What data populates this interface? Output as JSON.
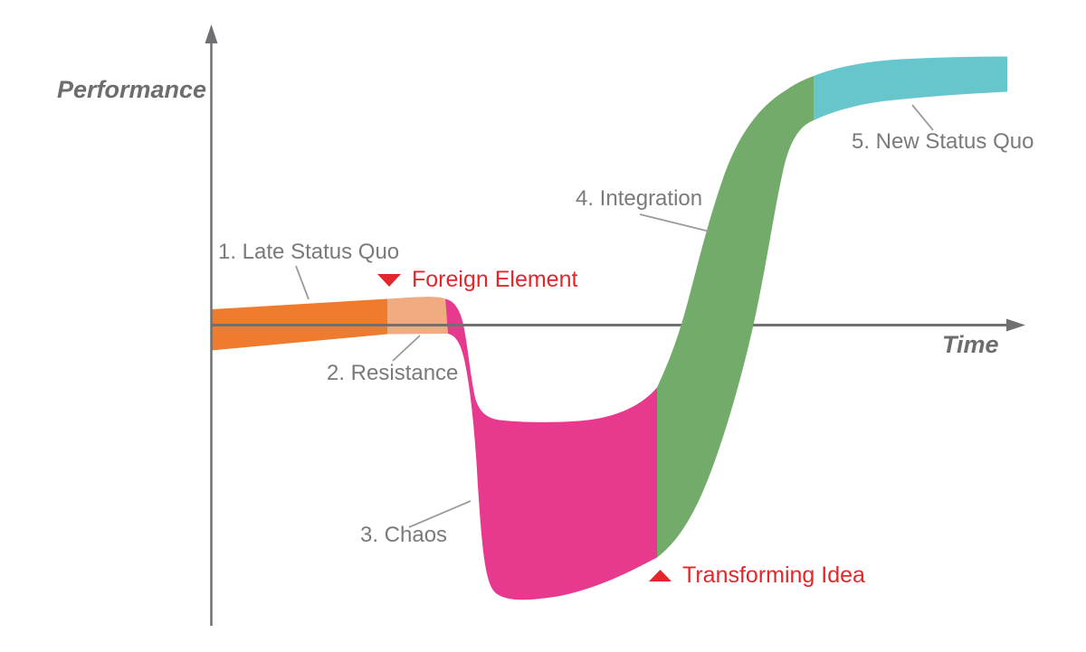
{
  "title": "Satir change model performance curve",
  "axes": {
    "y_label": "Performance",
    "x_label": "Time",
    "line_color": "#6F7072",
    "label_color": "#6D6D6D"
  },
  "label_color": "#7A7A7A",
  "pointer_line_color": "#9B9B9B",
  "background": "#FFFFFF",
  "stages": [
    {
      "id": "late-status-quo",
      "label": "1. Late Status Quo",
      "color": "#EF7B2E"
    },
    {
      "id": "resistance",
      "label": "2. Resistance",
      "color": "#F0AC80"
    },
    {
      "id": "chaos",
      "label": "3. Chaos",
      "color": "#E7398D"
    },
    {
      "id": "integration",
      "label": "4. Integration",
      "color": "#72AB6A"
    },
    {
      "id": "new-status-quo",
      "label": "5. New Status Quo",
      "color": "#66C6CC"
    }
  ],
  "annotations": [
    {
      "id": "foreign-element",
      "label": "Foreign Element",
      "marker": "triangle-down",
      "color": "#E3262B"
    },
    {
      "id": "transforming-idea",
      "label": "Transforming Idea",
      "marker": "triangle-up",
      "color": "#E3262B"
    }
  ]
}
